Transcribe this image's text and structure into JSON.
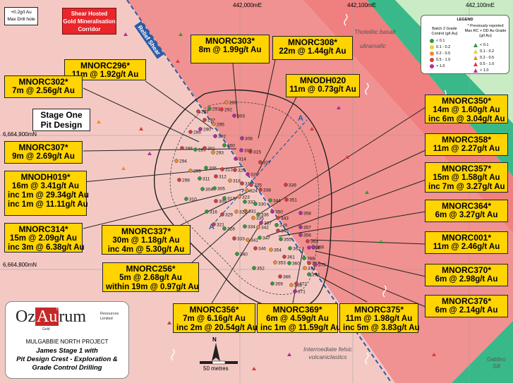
{
  "grid": {
    "easting_labels": [
      "442,000mE",
      "442,100mE",
      "442,100mE"
    ],
    "northing_labels": [
      "6,664,900mN",
      "6,664,800mN"
    ]
  },
  "top_left_note": [
    "+0.2g/t Au",
    "Max Drill hole"
  ],
  "corridor_label": [
    "Shear Hosted",
    "Gold Mineralisation",
    "Corridor"
  ],
  "relief_shear_label": "Relief Shear",
  "geology_labels": {
    "tholeiitic": "Tholeiitic basalt",
    "ultramafic": "ultramafic",
    "felsic": [
      "Intermediate felsic",
      "volcaniclastics"
    ],
    "gabbro": [
      "Gabbro",
      "Sill"
    ]
  },
  "stage_one_label": [
    "Stage One",
    "Pit Design"
  ],
  "section_marker": "A",
  "legend": {
    "title": "LEGEND",
    "header_left": [
      "Batch 2 Grade",
      "Control (g/t Au)"
    ],
    "header_right": [
      "* Previously reported",
      "Max RC + DD Au Grade",
      "(g/t Au)"
    ],
    "circle_items": [
      {
        "label": "< 0.1",
        "color": "#2e9b3c"
      },
      {
        "label": "0.1 - 0.2",
        "color": "#e6d23a"
      },
      {
        "label": "0.2 - 0.5",
        "color": "#f08a2c"
      },
      {
        "label": "0.5 - 1.0",
        "color": "#d93a3a"
      },
      {
        "label": "> 1.0",
        "color": "#b42aa4"
      }
    ],
    "triangle_items": [
      {
        "label": "< 0.1",
        "color": "#2e9b3c"
      },
      {
        "label": "0.1 - 0.2",
        "color": "#e6d23a"
      },
      {
        "label": "0.2 - 0.5",
        "color": "#f08a2c"
      },
      {
        "label": "0.5 - 1.0",
        "color": "#d93a3a"
      },
      {
        "label": "> 1.0",
        "color": "#b42aa4"
      }
    ]
  },
  "callouts": [
    {
      "id": "mnorc303",
      "hole": "MNORC303*",
      "lines": [
        "8m @ 1.99g/t Au"
      ]
    },
    {
      "id": "mnorc308",
      "hole": "MNORC308*",
      "lines": [
        "22m @ 1.44g/t Au"
      ]
    },
    {
      "id": "mnorc296",
      "hole": "MNORC296*",
      "lines": [
        "11m @ 1.92g/t Au"
      ]
    },
    {
      "id": "mnorc302",
      "hole": "MNORC302*",
      "lines": [
        "7m @ 2.56g/t Au"
      ]
    },
    {
      "id": "mnodh020",
      "hole": "MNODH020",
      "lines": [
        "11m @ 0.73g/t Au"
      ]
    },
    {
      "id": "mnorc350",
      "hole": "MNORC350*",
      "lines": [
        "14m @ 1.60g/t Au",
        "inc 6m @ 3.04g/t Au"
      ]
    },
    {
      "id": "mnorc307",
      "hole": "MNORC307*",
      "lines": [
        "9m @ 2.69g/t Au"
      ]
    },
    {
      "id": "mnorc358",
      "hole": "MNORC358*",
      "lines": [
        "11m @ 2.27g/t Au"
      ]
    },
    {
      "id": "mnodh019",
      "hole": "MNODH019*",
      "lines": [
        "16m @ 3.41g/t Au",
        "inc 1m @ 29.34g/t Au",
        "inc 1m @ 11.11g/t Au"
      ]
    },
    {
      "id": "mnorc357",
      "hole": "MNORC357*",
      "lines": [
        "15m @ 1.58g/t Au",
        "inc 7m @ 3.27g/t Au"
      ]
    },
    {
      "id": "mnorc364",
      "hole": "MNORC364*",
      "lines": [
        "6m @ 3.27g/t Au"
      ]
    },
    {
      "id": "mnorc314",
      "hole": "MNORC314*",
      "lines": [
        "15m @ 2.09g/t Au",
        "inc 3m @ 6.38g/t Au"
      ]
    },
    {
      "id": "mnorc337",
      "hole": "MNORC337*",
      "lines": [
        "30m @ 1.18g/t Au",
        "inc 4m @ 5.30g/t Au"
      ]
    },
    {
      "id": "mnorc001",
      "hole": "MNORC001*",
      "lines": [
        "11m @ 2.46g/t Au"
      ]
    },
    {
      "id": "mnorc256",
      "hole": "MNORC256*",
      "lines": [
        "5m @ 2.68g/t Au",
        "within 19m @ 0.97g/t Au"
      ]
    },
    {
      "id": "mnorc370",
      "hole": "MNORC370*",
      "lines": [
        "6m @ 2.98g/t Au"
      ]
    },
    {
      "id": "mnorc376",
      "hole": "MNORC376*",
      "lines": [
        "6m @ 2.14g/t Au"
      ]
    },
    {
      "id": "mnorc356",
      "hole": "MNORC356*",
      "lines": [
        "7m @ 6.16g/t Au",
        "inc 2m @ 20.54g/t Au"
      ]
    },
    {
      "id": "mnorc369",
      "hole": "MNORC369*",
      "lines": [
        "6m @ 4.59g/t Au",
        "inc 1m @ 11.59g/t Au"
      ]
    },
    {
      "id": "mnorc375",
      "hole": "MNORC375*",
      "lines": [
        "11m @ 1.98g/t Au",
        "inc 5m @ 3.83g/t Au"
      ]
    }
  ],
  "holes": [
    {
      "n": "287",
      "c": "#d93a3a"
    },
    {
      "n": "291",
      "c": "#2e9b3c"
    },
    {
      "n": "203",
      "c": "#f08a2c"
    },
    {
      "n": "297",
      "c": "#d93a3a"
    },
    {
      "n": "292",
      "c": "#d93a3a"
    },
    {
      "n": "303",
      "c": "#b42aa4"
    },
    {
      "n": "286",
      "c": "#d93a3a"
    },
    {
      "n": "290",
      "c": "#b42aa4"
    },
    {
      "n": "295",
      "c": "#f08a2c"
    },
    {
      "n": "288",
      "c": "#d93a3a"
    },
    {
      "n": "302",
      "c": "#b42aa4"
    },
    {
      "n": "308",
      "c": "#b42aa4"
    },
    {
      "n": "289",
      "c": "#2e9b3c"
    },
    {
      "n": "301",
      "c": "#d93a3a"
    },
    {
      "n": "315",
      "c": "#d93a3a"
    },
    {
      "n": "293",
      "c": "#f08a2c"
    },
    {
      "n": "300",
      "c": "#2e9b3c"
    },
    {
      "n": "307",
      "c": "#b42aa4"
    },
    {
      "n": "294",
      "c": "#f08a2c"
    },
    {
      "n": "306",
      "c": "#2e9b3c"
    },
    {
      "n": "314",
      "c": "#b42aa4"
    },
    {
      "n": "327",
      "c": "#d93a3a"
    },
    {
      "n": "299",
      "c": "#f08a2c"
    },
    {
      "n": "313",
      "c": "#d93a3a"
    },
    {
      "n": "320",
      "c": "#d93a3a"
    },
    {
      "n": "326",
      "c": "#b42aa4"
    },
    {
      "n": "298",
      "c": "#d93a3a"
    },
    {
      "n": "311",
      "c": "#2e9b3c"
    },
    {
      "n": "312",
      "c": "#d93a3a"
    },
    {
      "n": "318",
      "c": "#f08a2c"
    },
    {
      "n": "319",
      "c": "#d93a3a"
    },
    {
      "n": "325",
      "c": "#d93a3a"
    },
    {
      "n": "304",
      "c": "#2e9b3c"
    },
    {
      "n": "305",
      "c": "#2e9b3c"
    },
    {
      "n": "317",
      "c": "#2e9b3c"
    },
    {
      "n": "324",
      "c": "#f08a2c"
    },
    {
      "n": "332",
      "c": "#2e9b3c"
    },
    {
      "n": "338",
      "c": "#d93a3a"
    },
    {
      "n": "339",
      "c": "#d93a3a"
    },
    {
      "n": "310",
      "c": "#2e9b3c"
    },
    {
      "n": "309",
      "c": "#d93a3a"
    },
    {
      "n": "323",
      "c": "#f08a2c"
    },
    {
      "n": "331",
      "c": "#f08a2c"
    },
    {
      "n": "330",
      "c": "#2e9b3c"
    },
    {
      "n": "344",
      "c": "#2e9b3c"
    },
    {
      "n": "351",
      "c": "#d93a3a"
    },
    {
      "n": "316",
      "c": "#2e9b3c"
    },
    {
      "n": "322",
      "c": "#f08a2c"
    },
    {
      "n": "336",
      "c": "#2e9b3c"
    },
    {
      "n": "337",
      "c": "#b42aa4"
    },
    {
      "n": "350",
      "c": "#b42aa4"
    },
    {
      "n": "358",
      "c": "#b42aa4"
    },
    {
      "n": "329",
      "c": "#d93a3a"
    },
    {
      "n": "335",
      "c": "#f08a2c"
    },
    {
      "n": "343",
      "c": "#d93a3a"
    },
    {
      "n": "349",
      "c": "#2e9b3c"
    },
    {
      "n": "357",
      "c": "#b42aa4"
    },
    {
      "n": "321",
      "c": "#d93a3a"
    },
    {
      "n": "328",
      "c": "#2e9b3c"
    },
    {
      "n": "334",
      "c": "#2e9b3c"
    },
    {
      "n": "342",
      "c": "#f08a2c"
    },
    {
      "n": "348",
      "c": "#d93a3a"
    },
    {
      "n": "356",
      "c": "#b42aa4"
    },
    {
      "n": "364",
      "c": "#b42aa4"
    },
    {
      "n": "333",
      "c": "#d93a3a"
    },
    {
      "n": "341",
      "c": "#f08a2c"
    },
    {
      "n": "347",
      "c": "#2e9b3c"
    },
    {
      "n": "355",
      "c": "#2e9b3c"
    },
    {
      "n": "363",
      "c": "#d93a3a"
    },
    {
      "n": "346",
      "c": "#d93a3a"
    },
    {
      "n": "354",
      "c": "#f08a2c"
    },
    {
      "n": "362",
      "c": "#2e9b3c"
    },
    {
      "n": "369",
      "c": "#b42aa4"
    },
    {
      "n": "340",
      "c": "#2e9b3c"
    },
    {
      "n": "361",
      "c": "#d93a3a"
    },
    {
      "n": "368",
      "c": "#2e9b3c"
    },
    {
      "n": "353",
      "c": "#f08a2c"
    },
    {
      "n": "360",
      "c": "#2e9b3c"
    },
    {
      "n": "367",
      "c": "#d93a3a"
    },
    {
      "n": "375",
      "c": "#b42aa4"
    },
    {
      "n": "374",
      "c": "#f08a2c"
    },
    {
      "n": "352",
      "c": "#2e9b3c"
    },
    {
      "n": "366",
      "c": "#d93a3a"
    },
    {
      "n": "373",
      "c": "#2e9b3c"
    },
    {
      "n": "359",
      "c": "#2e9b3c"
    },
    {
      "n": "365",
      "c": "#f08a2c"
    },
    {
      "n": "372",
      "c": "#d93a3a"
    },
    {
      "n": "371",
      "c": "#b42aa4"
    }
  ],
  "logo": {
    "brand_oz": "Oz",
    "brand_au": "Au",
    "brand_rum": "rum",
    "au_number": "79",
    "au_sub": "Gold",
    "brand_right": [
      "Resources",
      "Limited"
    ],
    "project": "MULGABBIE NORTH PROJECT",
    "caption": [
      "James Stage 1 with",
      "Pit Design Crest - Exploration &",
      "Grade Control Drilling"
    ]
  },
  "north_label": "N",
  "scale_label": "50 metres",
  "colors": {
    "corridor": "#f08c8c",
    "background": "#f4c9c4",
    "teal_band": "#39b98a",
    "green_zone": "#c9ecc5",
    "callout_fill": "#ffd400",
    "corridor_label": "#e8262b"
  }
}
